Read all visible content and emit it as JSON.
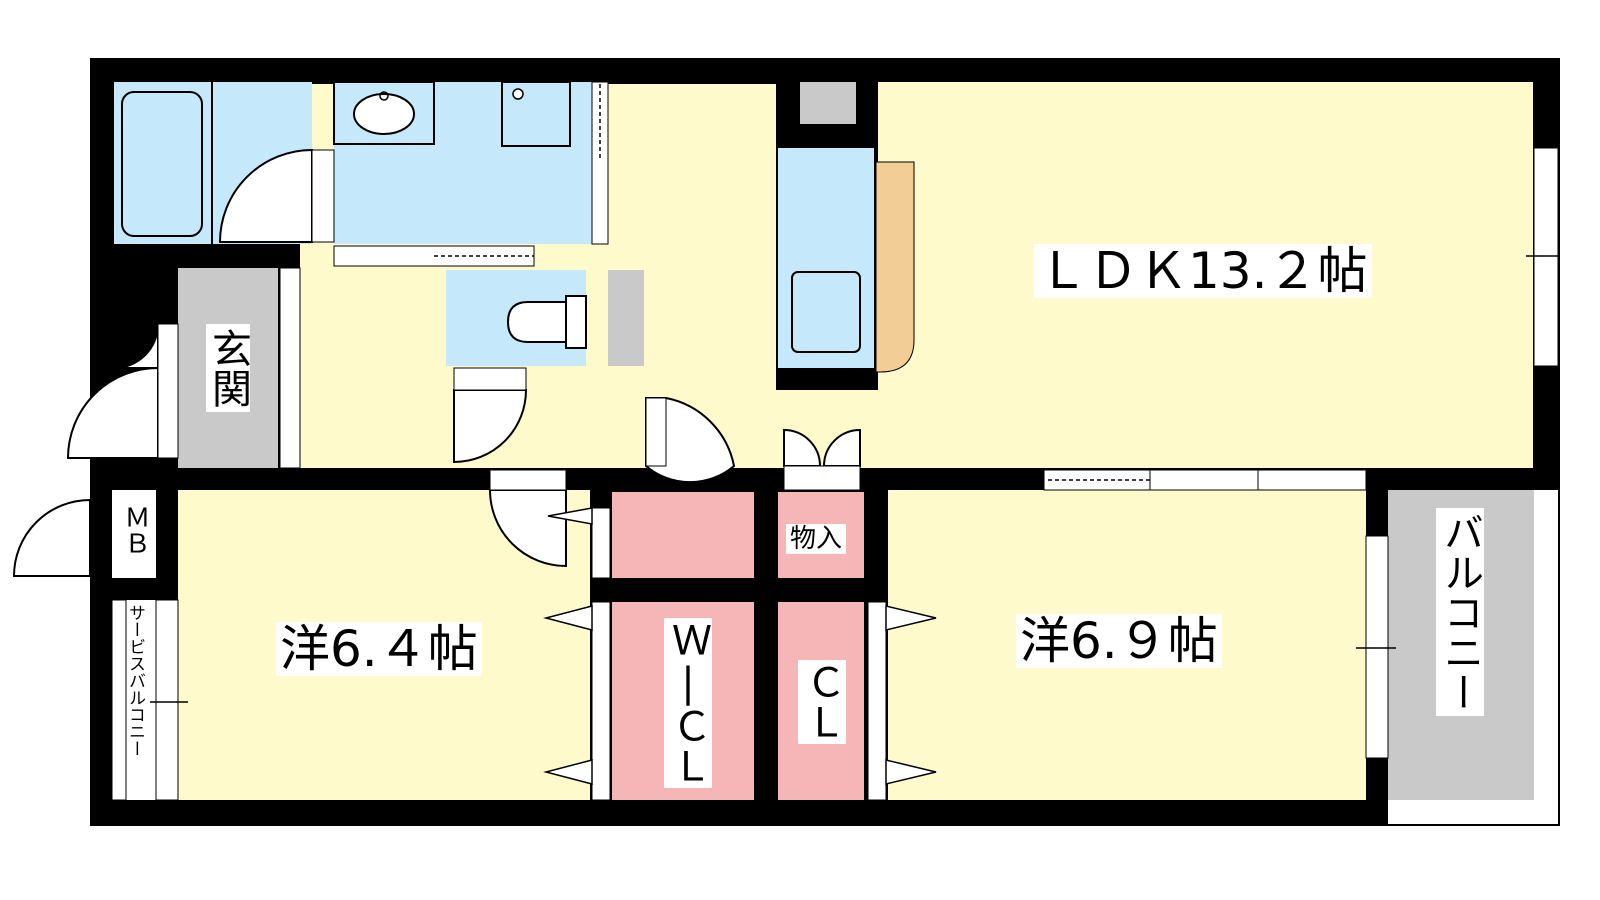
{
  "rooms": {
    "ldk": "ＬＤＫ13.２帖",
    "western_a": "洋6.４帖",
    "western_b": "洋6.９帖",
    "entrance": "玄関",
    "mb": "ＭＢ",
    "service_balcony": "サービスバルコニー",
    "storage": "物入",
    "wcl": "Ｗ|ＣＬ",
    "cl": "ＣＬ",
    "balcony": "バルコニー"
  },
  "colors": {
    "wall": "#000000",
    "living_floor": "#fffacb",
    "wet_area": "#c5e8fa",
    "storage_closet": "#f6b6b8",
    "entrance_floor": "#c9c9c9",
    "counter": "#f2cd96"
  }
}
